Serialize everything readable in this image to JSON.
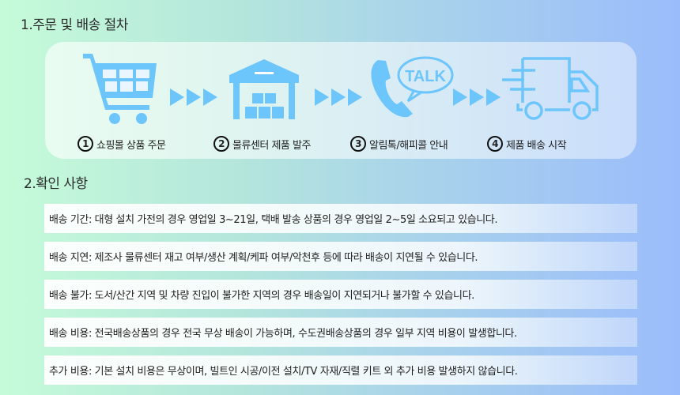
{
  "section1_title": "1.주문 및 배송 절차",
  "section2_title": "2.확인 사항",
  "steps": [
    {
      "num": "1",
      "label": "쇼핑몰 상품 주문",
      "icon": "shopping-cart-icon"
    },
    {
      "num": "2",
      "label": "물류센터 제품 발주",
      "icon": "warehouse-icon"
    },
    {
      "num": "3",
      "label": "알림톡/해피콜 안내",
      "icon": "phone-talk-icon"
    },
    {
      "num": "4",
      "label": "제품 배송 시작",
      "icon": "delivery-truck-icon"
    }
  ],
  "talk_text": "TALK",
  "notes": [
    "배송 기간: 대형 설치 가전의 경우 영업일 3~21일, 택배 발송 상품의 경우 영업일 2~5일 소요되고 있습니다.",
    "배송 지연: 제조사 물류센터 재고 여부/생산 계획/케파 여부/악천후 등에 따라 배송이 지연될 수 있습니다.",
    "배송 불가: 도서/산간 지역 및 차량 진입이 불가한 지역의 경우 배송일이 지연되거나 불가할 수 있습니다.",
    "배송 비용: 전국배송상품의 경우 전국 무상 배송이 가능하며, 수도권배송상품의 경우 일부 지역 비용이 발생합니다.",
    "추가 비용: 기본 설치 비용은 무상이며, 빌트인 시공/이전 설치/TV 자재/직렬 키트 외 추가 비용 발생하지 않습니다."
  ],
  "colors": {
    "icon": "#6cc6fb",
    "text": "#222222"
  }
}
